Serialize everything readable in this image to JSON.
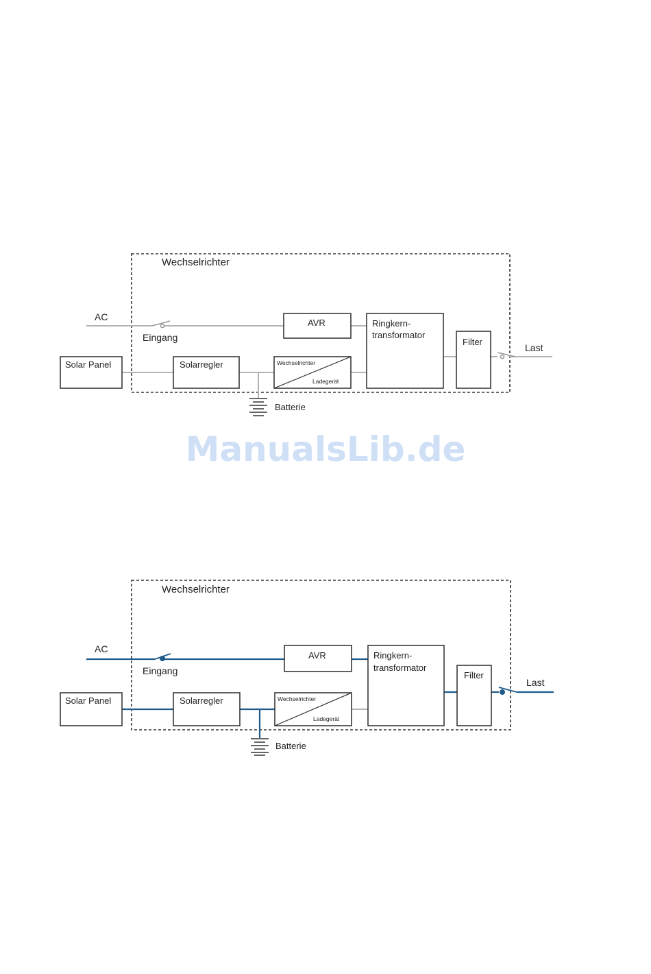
{
  "watermark": "ManualsLib.de",
  "colors": {
    "idle_line": "#b3b3b3",
    "active_line": "#1f5a8a",
    "box": "#2b2b2b"
  },
  "diagrams": [
    {
      "state": "idle",
      "labels": {
        "container": "Wechselrichter",
        "ac": "AC",
        "eingang": "Eingang",
        "solar_panel": "Solar Panel",
        "solarregler": "Solarregler",
        "inverter_top": "Wechselrichter",
        "inverter_bottom": "Ladegerät",
        "avr": "AVR",
        "ringkern_1": "Ringkern-",
        "ringkern_2": "transformator",
        "filter": "Filter",
        "last": "Last",
        "batterie": "Batterie"
      }
    },
    {
      "state": "active",
      "labels": {
        "container": "Wechselrichter",
        "ac": "AC",
        "eingang": "Eingang",
        "solar_panel": "Solar Panel",
        "solarregler": "Solarregler",
        "inverter_top": "Wechselrichter",
        "inverter_bottom": "Ladegerät",
        "avr": "AVR",
        "ringkern_1": "Ringkern-",
        "ringkern_2": "transformator",
        "filter": "Filter",
        "last": "Last",
        "batterie": "Batterie"
      }
    }
  ]
}
